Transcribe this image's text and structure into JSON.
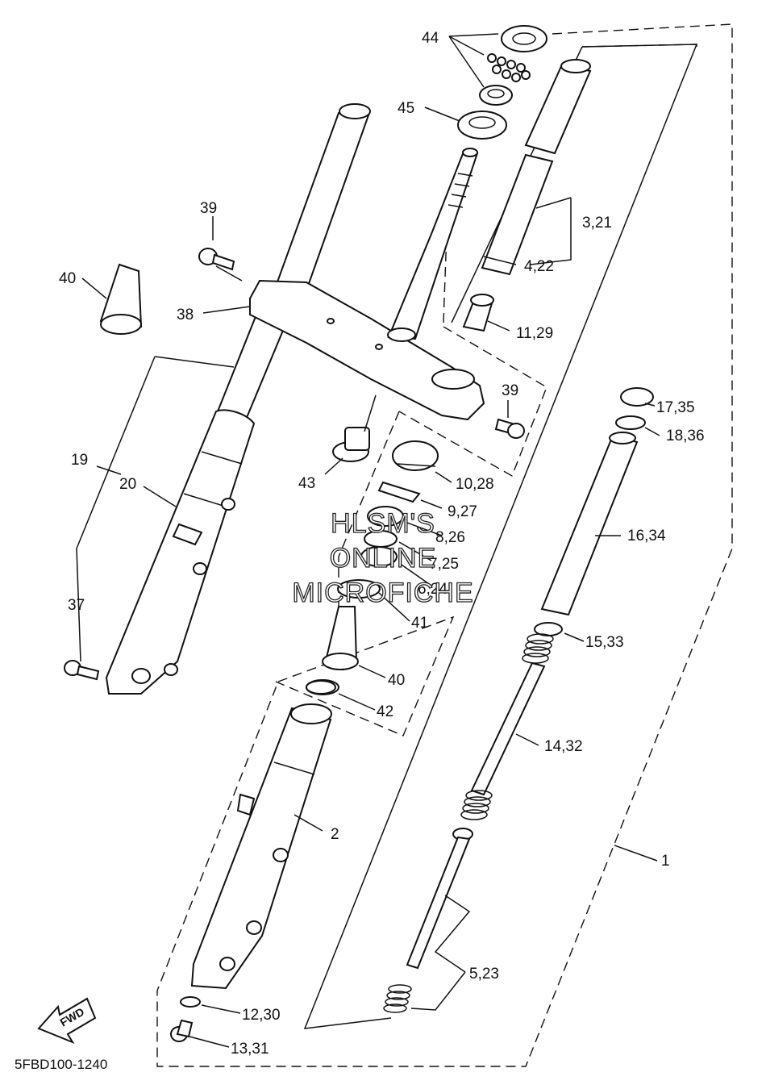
{
  "diagram": {
    "drawing_code": "5FBD100-1240",
    "fwd_label": "FWD",
    "watermark": [
      "HLSM'S",
      "ONLINE",
      "MICROFICHE"
    ],
    "callouts": [
      {
        "id": "c44",
        "text": "44"
      },
      {
        "id": "c45",
        "text": "45"
      },
      {
        "id": "c3_21",
        "text": "3,21"
      },
      {
        "id": "c4_22",
        "text": "4,22"
      },
      {
        "id": "c39a",
        "text": "39"
      },
      {
        "id": "c40a",
        "text": "40"
      },
      {
        "id": "c38",
        "text": "38"
      },
      {
        "id": "c11_29",
        "text": "11,29"
      },
      {
        "id": "c39b",
        "text": "39"
      },
      {
        "id": "c17_35",
        "text": "17,35"
      },
      {
        "id": "c18_36",
        "text": "18,36"
      },
      {
        "id": "c19",
        "text": "19"
      },
      {
        "id": "c20",
        "text": "20"
      },
      {
        "id": "c43",
        "text": "43"
      },
      {
        "id": "c10_28",
        "text": "10,28"
      },
      {
        "id": "c9_27",
        "text": "9,27"
      },
      {
        "id": "c8_26",
        "text": "8,26"
      },
      {
        "id": "c7_25",
        "text": "7,25"
      },
      {
        "id": "c6_24",
        "text": "6,24"
      },
      {
        "id": "c16_34",
        "text": "16,34"
      },
      {
        "id": "c37",
        "text": "37"
      },
      {
        "id": "c41",
        "text": "41"
      },
      {
        "id": "c15_33",
        "text": "15,33"
      },
      {
        "id": "c40b",
        "text": "40"
      },
      {
        "id": "c42",
        "text": "42"
      },
      {
        "id": "c14_32",
        "text": "14,32"
      },
      {
        "id": "c2",
        "text": "2"
      },
      {
        "id": "c1",
        "text": "1"
      },
      {
        "id": "c5_23",
        "text": "5,23"
      },
      {
        "id": "c12_30",
        "text": "12,30"
      },
      {
        "id": "c13_31",
        "text": "13,31"
      }
    ]
  }
}
